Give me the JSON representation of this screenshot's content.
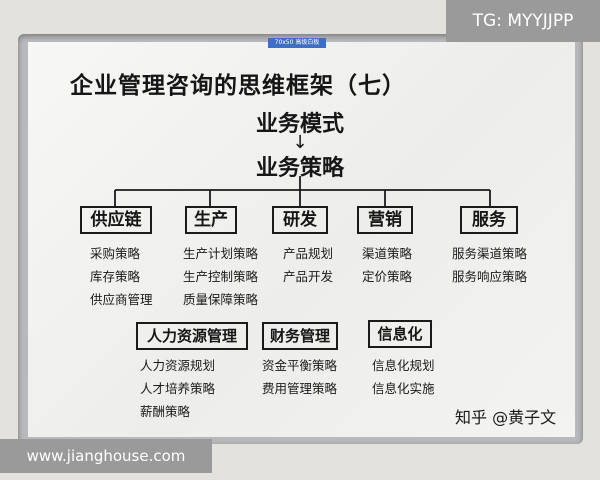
{
  "watermarks": {
    "top_right": "TG: MYYJJPP",
    "bottom_left": "www.jianghouse.com",
    "zhihu": "知乎 @黄子文"
  },
  "board": {
    "sticker": "70x50 高级白板",
    "title": "企业管理咨询的思维框架（七）",
    "business_model": "业务模式",
    "arrow": "↓",
    "business_strategy": "业务策略",
    "top_categories": [
      {
        "label": "供应链",
        "items": [
          "采购策略",
          "库存策略",
          "供应商管理"
        ]
      },
      {
        "label": "生产",
        "items": [
          "生产计划策略",
          "生产控制策略",
          "质量保障策略"
        ]
      },
      {
        "label": "研发",
        "items": [
          "产品规划",
          "产品开发"
        ]
      },
      {
        "label": "营销",
        "items": [
          "渠道策略",
          "定价策略"
        ]
      },
      {
        "label": "服务",
        "items": [
          "服务渠道策略",
          "服务响应策略"
        ]
      }
    ],
    "bottom_categories": [
      {
        "label": "人力资源管理",
        "items": [
          "人力资源规划",
          "人才培养策略",
          "薪酬策略"
        ]
      },
      {
        "label": "财务管理",
        "items": [
          "资金平衡策略",
          "费用管理策略"
        ]
      },
      {
        "label": "信息化",
        "items": [
          "信息化规划",
          "信息化实施"
        ]
      }
    ]
  },
  "colors": {
    "marker": "#161616",
    "board": "#f4f4f2",
    "frame": "#b7b9bb",
    "watermark_bg": "#9a9a9a"
  }
}
